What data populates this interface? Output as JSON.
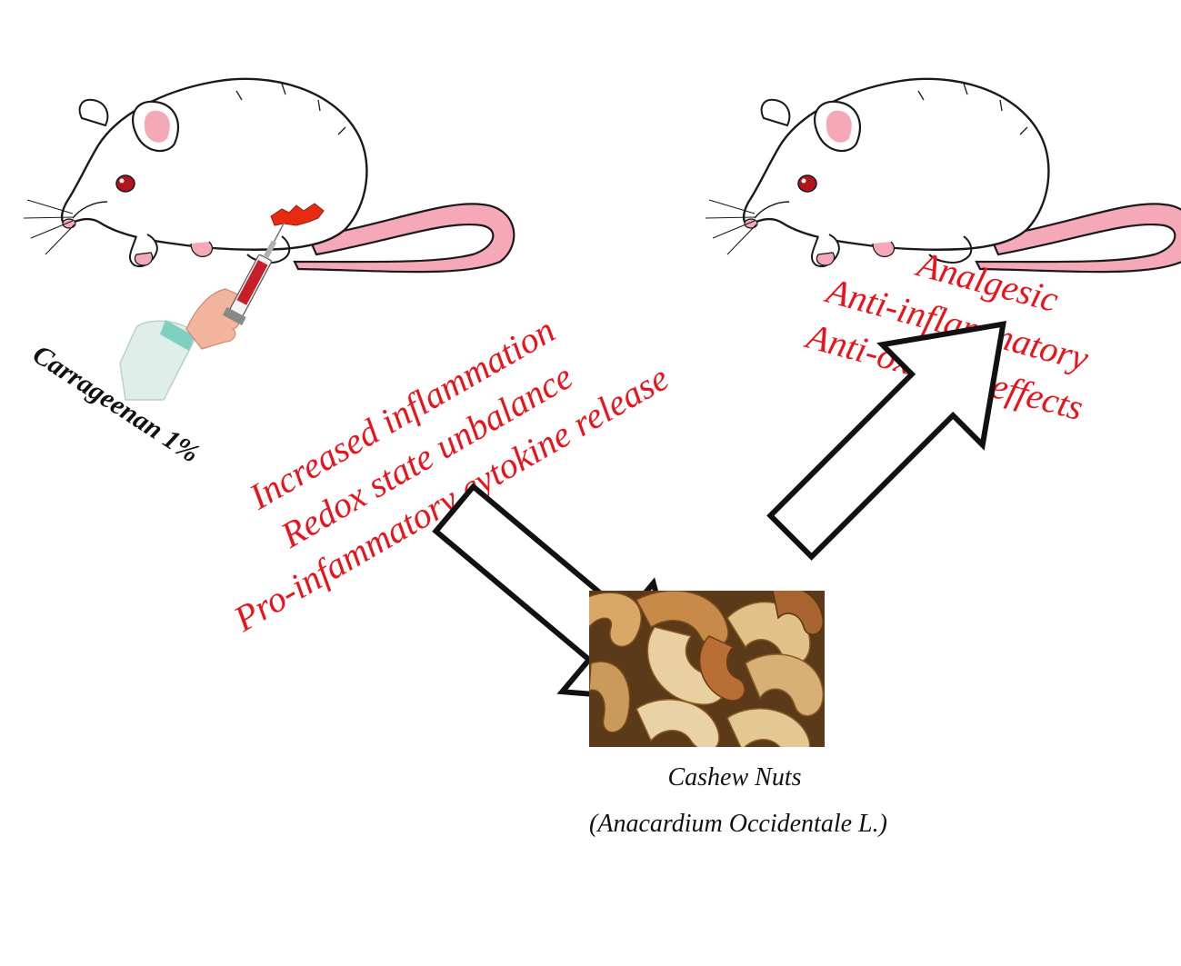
{
  "injection": {
    "label": "Carrageenan 1%"
  },
  "inflammation_effects": {
    "line1": "Increased inflammation",
    "line2": "Redox state unbalance",
    "line3": "Pro-infammatory cytokine release"
  },
  "treatment_effects": {
    "line1": "Analgesic",
    "line2": "Anti-inflammatory",
    "line3": "Anti-oxidant effects"
  },
  "treatment": {
    "name": "Cashew Nuts",
    "latin_name": "(Anacardium Occidentale L.)"
  },
  "colors": {
    "effect_text": "#e8141b",
    "label_text": "#111111",
    "mouse_pink": "#f4a8b8",
    "eye_red": "#b3141b",
    "blood": "#e82a10",
    "nut_light": "#e2c28a",
    "nut_dark": "#a8642e",
    "nut_bg": "#5a3a18"
  }
}
